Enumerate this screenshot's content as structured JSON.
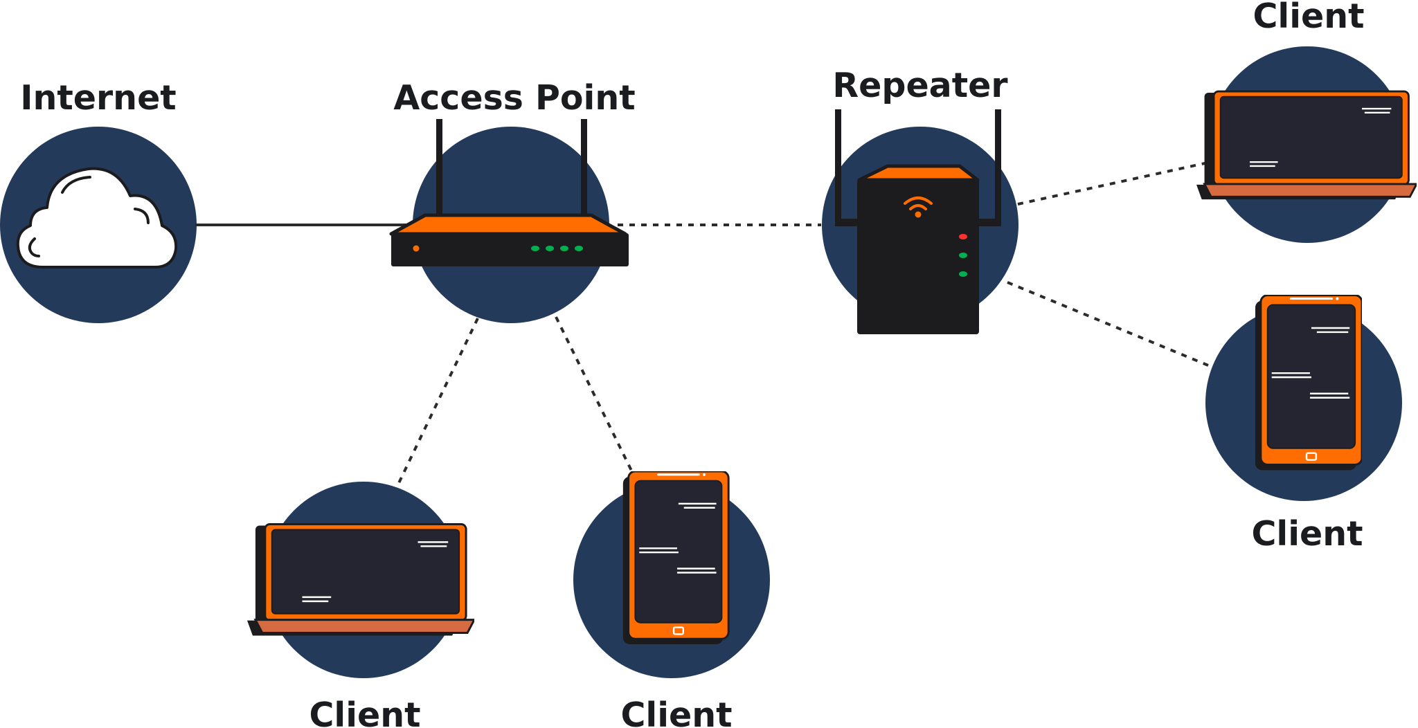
{
  "labels": {
    "internet": "Internet",
    "access_point": "Access Point",
    "repeater": "Repeater",
    "client": "Client"
  },
  "nodes": [
    {
      "id": "internet",
      "label_key": "labels.internet",
      "icon": "cloud-icon"
    },
    {
      "id": "access-point",
      "label_key": "labels.access_point",
      "icon": "router-icon"
    },
    {
      "id": "repeater",
      "label_key": "labels.repeater",
      "icon": "repeater-icon"
    },
    {
      "id": "client-bottom-laptop",
      "label_key": "labels.client",
      "icon": "laptop-icon"
    },
    {
      "id": "client-bottom-tablet",
      "label_key": "labels.client",
      "icon": "tablet-icon"
    },
    {
      "id": "client-top-right-laptop",
      "label_key": "labels.client",
      "icon": "laptop-icon"
    },
    {
      "id": "client-right-tablet",
      "label_key": "labels.client",
      "icon": "tablet-icon"
    }
  ],
  "connections": [
    {
      "from": "internet",
      "to": "access-point",
      "style": "solid"
    },
    {
      "from": "access-point",
      "to": "repeater",
      "style": "dotted"
    },
    {
      "from": "access-point",
      "to": "client-bottom-laptop",
      "style": "dotted"
    },
    {
      "from": "access-point",
      "to": "client-bottom-tablet",
      "style": "dotted"
    },
    {
      "from": "repeater",
      "to": "client-top-right-laptop",
      "style": "dotted"
    },
    {
      "from": "repeater",
      "to": "client-right-tablet",
      "style": "dotted"
    }
  ],
  "colors": {
    "circle": "#243a5a",
    "device_body": "#1c1c1f",
    "accent_orange": "#ff6d00",
    "laptop_base": "#d66a41",
    "screen": "#252531",
    "led_green": "#00b050",
    "led_red": "#ff3030",
    "line": "#2b2b2b"
  }
}
